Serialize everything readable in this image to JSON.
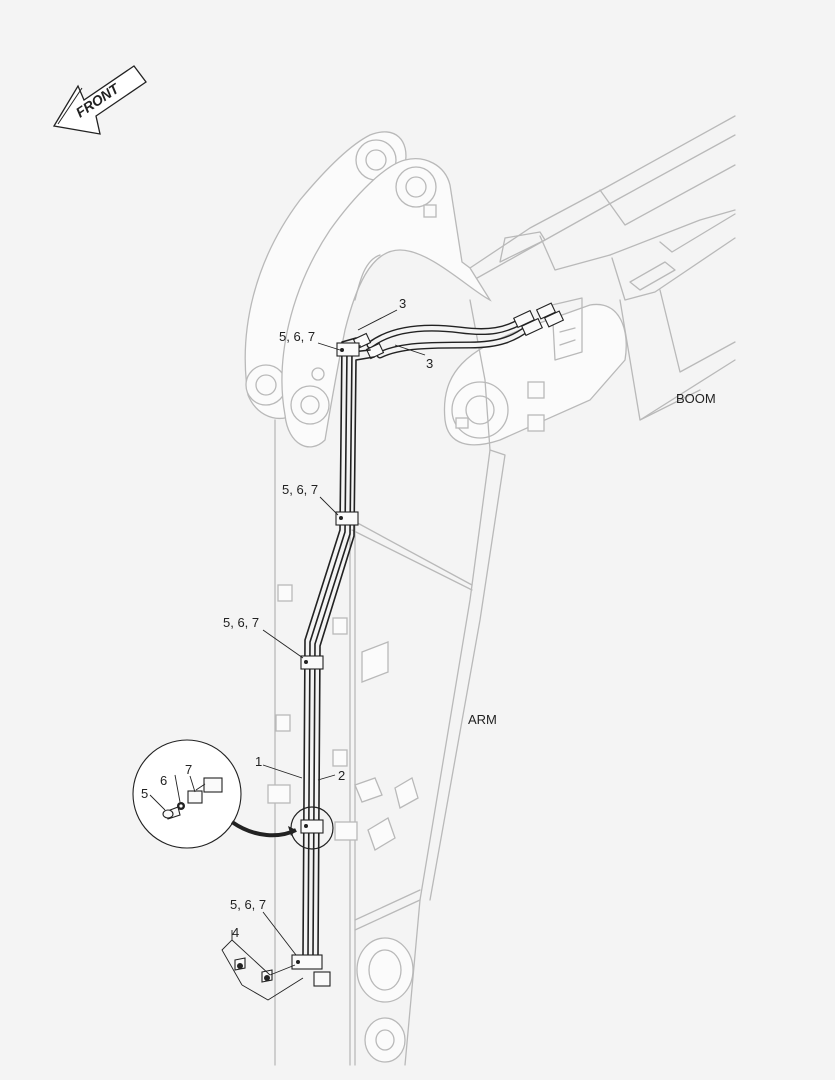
{
  "orientation": {
    "front_label": "FRONT"
  },
  "components": {
    "boom_label": "BOOM",
    "arm_label": "ARM"
  },
  "callouts": {
    "hose_upper_3a": "3",
    "hose_upper_3b": "3",
    "clamp_top": "5, 6, 7",
    "clamp_mid": "5, 6, 7",
    "clamp_lower": "5, 6, 7",
    "clamp_bottom": "5, 6, 7",
    "pipe_1": "1",
    "pipe_2": "2",
    "bracket_4": "4",
    "detail_5": "5",
    "detail_6": "6",
    "detail_7": "7"
  }
}
